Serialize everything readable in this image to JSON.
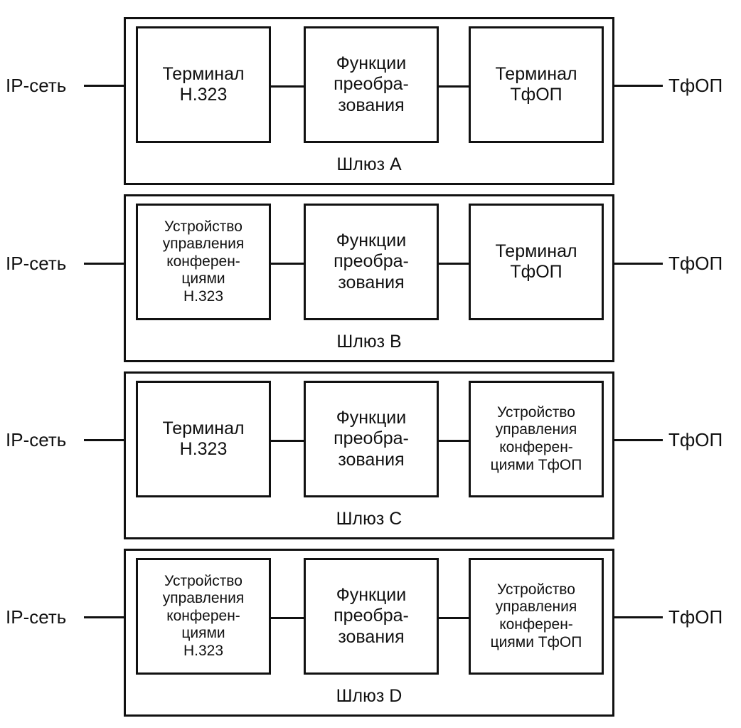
{
  "left_label": "IP-сеть",
  "right_label": "ТфОП",
  "gateways": [
    {
      "name": "Шлюз A",
      "left_block": "Терминал\nH.323",
      "middle_block": "Функции\nпреобра-\nзования",
      "right_block": "Терминал\nТфОП"
    },
    {
      "name": "Шлюз B",
      "left_block": "Устройство\nуправления\nконферен-\nциями\nH.323",
      "middle_block": "Функции\nпреобра-\nзования",
      "right_block": "Терминал\nТфОП"
    },
    {
      "name": "Шлюз C",
      "left_block": "Терминал\nH.323",
      "middle_block": "Функции\nпреобра-\nзования",
      "right_block": "Устройство\nуправления\nконферен-\nциями ТфОП"
    },
    {
      "name": "Шлюз D",
      "left_block": "Устройство\nуправления\nконферен-\nциями\nH.323",
      "middle_block": "Функции\nпреобра-\nзования",
      "right_block": "Устройство\nуправления\nконферен-\nциями ТфОП"
    }
  ]
}
